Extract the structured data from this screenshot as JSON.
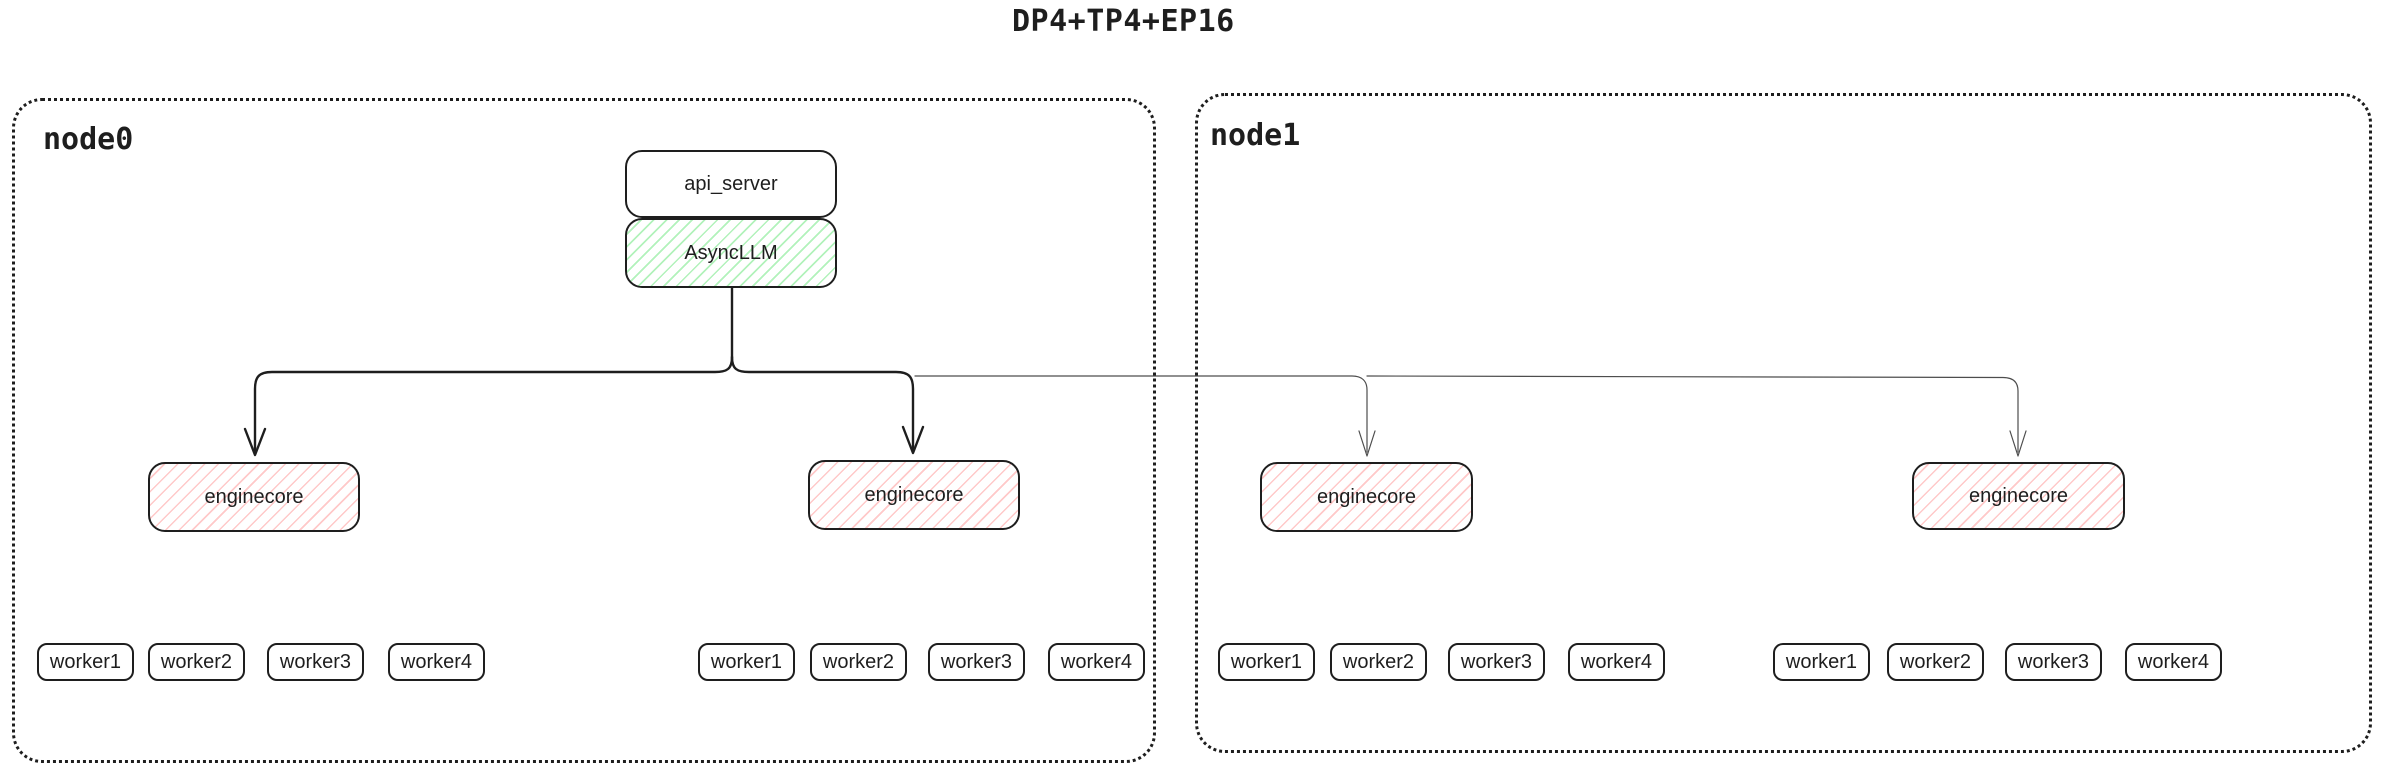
{
  "title": "DP4+TP4+EP16",
  "colors": {
    "stroke": "#1e1e1e",
    "green_hatch": "#b2f2bb",
    "red_hatch": "#ffc9c9",
    "thin_edge": "#4d4d4d",
    "background": "#ffffff"
  },
  "nodes": [
    {
      "label": "node0",
      "stack": {
        "api_server": "api_server",
        "async_llm": "AsyncLLM"
      },
      "enginecores": [
        {
          "label": "enginecore",
          "workers": [
            "worker1",
            "worker2",
            "worker3",
            "worker4"
          ]
        },
        {
          "label": "enginecore",
          "workers": [
            "worker1",
            "worker2",
            "worker3",
            "worker4"
          ]
        }
      ]
    },
    {
      "label": "node1",
      "enginecores": [
        {
          "label": "enginecore",
          "workers": [
            "worker1",
            "worker2",
            "worker3",
            "worker4"
          ]
        },
        {
          "label": "enginecore",
          "workers": [
            "worker1",
            "worker2",
            "worker3",
            "worker4"
          ]
        }
      ]
    }
  ]
}
